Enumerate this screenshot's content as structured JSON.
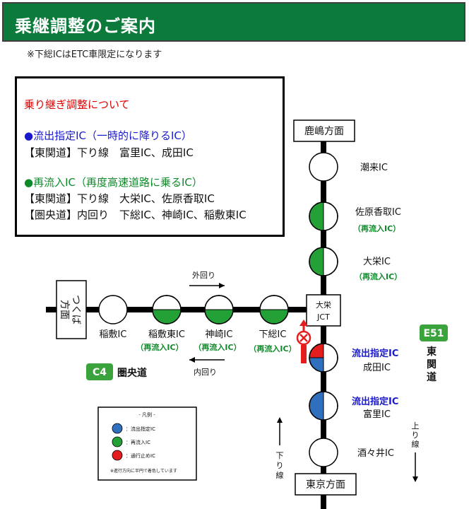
{
  "header": {
    "title": "乗継調整のご案内"
  },
  "note": "※下総ICはETC車限定になります",
  "info": {
    "heading": "乗り継ぎ調整について",
    "exit_title": "●流出指定IC（一時的に降りるIC）",
    "exit_line": "【東関道】下り線　富里IC、成田IC",
    "reentry_title": "●再流入IC（再度高速道路に乗るIC）",
    "reentry_line1": "【東関道】下り線　大栄IC、佐原香取IC",
    "reentry_line2": "【圏央道】内回り　下総IC、神崎IC、稲敷東IC"
  },
  "destinations": {
    "north": "鹿嶋方面",
    "south": "東京方面",
    "west_line1": "つくば",
    "west_line2": "方面"
  },
  "junction": {
    "line1": "大栄",
    "line2": "JCT"
  },
  "east_route": {
    "badge": "E51",
    "name": "東関道",
    "up_label": "上り線",
    "down_label": "下り線"
  },
  "west_route": {
    "badge": "C4",
    "name": "圏央道",
    "outer_label": "外回り",
    "inner_label": "内回り"
  },
  "ics_vertical": [
    {
      "name": "潮来IC",
      "type": "normal",
      "tag": ""
    },
    {
      "name": "佐原香取IC",
      "type": "reentry",
      "tag": "（再流入IC）"
    },
    {
      "name": "大栄IC",
      "type": "reentry",
      "tag": "（再流入IC）"
    },
    {
      "name": "成田IC",
      "type": "exit-blocked",
      "tag": "流出指定IC"
    },
    {
      "name": "富里IC",
      "type": "exit",
      "tag": "流出指定IC"
    },
    {
      "name": "酒々井IC",
      "type": "normal",
      "tag": ""
    }
  ],
  "ics_horizontal": [
    {
      "name": "稲敷IC",
      "type": "normal",
      "tag": ""
    },
    {
      "name": "稲敷東IC",
      "type": "reentry",
      "tag": "（再流入IC）"
    },
    {
      "name": "神崎IC",
      "type": "reentry",
      "tag": "（再流入IC）"
    },
    {
      "name": "下総IC",
      "type": "reentry",
      "tag": "（再流入IC）"
    }
  ],
  "legend": {
    "title": "- 凡例 -",
    "items": [
      {
        "label": "：流出指定IC",
        "color": "#2f6fbe"
      },
      {
        "label": "：再流入IC",
        "color": "#23a036"
      },
      {
        "label": "：通行止めIC",
        "color": "#e41e1e"
      }
    ],
    "footnote": "※進行方向に半円で着色しています"
  },
  "colors": {
    "header_bg": "#0b7a3b",
    "road": "#000000",
    "exit_blue": "#2f6fbe",
    "reentry_green": "#23a036",
    "closed_red": "#e41e1e",
    "badge_green": "#3aa33c"
  }
}
